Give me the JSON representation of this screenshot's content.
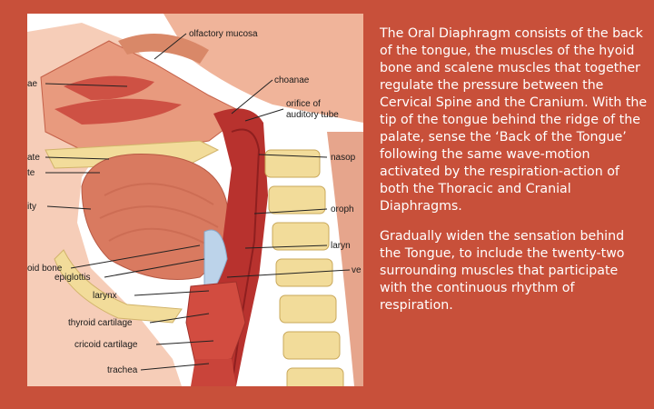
{
  "figure": {
    "labels": {
      "olfactory_mucosa": "olfactory mucosa",
      "choanae": "choanae",
      "orifice_line1": "orifice of",
      "orifice_line2": "auditory tube",
      "nasop": "nasop",
      "oroph": "oroph",
      "laryn": "laryn",
      "ve": "ve",
      "ae": "ae",
      "ate": "ate",
      "te": "te",
      "ity": "ity",
      "oid_bone": "oid bone",
      "epiglottis": "epiglottis",
      "larynx": "larynx",
      "thyroid_cartilage": "thyroid cartilage",
      "cricoid_cartilage": "cricoid cartilage",
      "trachea": "trachea"
    }
  },
  "text": {
    "paragraph1": "The Oral Diaphragm consists of the back of the tongue, the muscles of the hyoid bone and scalene muscles that together regulate the pressure between the Cervical Spine and the Cranium. With the tip of the tongue behind the ridge of the palate, sense the ‘Back of the Tongue’ following the same wave-motion activated by the respiration-action of both the Thoracic and Cranial Diaphragms.",
    "paragraph2": "Gradually widen the sensation behind the Tongue, to include the twenty-two surrounding muscles that participate with the continuous rhythm of respiration."
  },
  "colors": {
    "background": "#c8503a",
    "text": "#ffffff",
    "tissue_light": "#f0b49a",
    "tissue_mid": "#d97a60",
    "tissue_dark": "#b8322e",
    "bone": "#f2dc9a",
    "cartilage": "#bcd3ea"
  }
}
